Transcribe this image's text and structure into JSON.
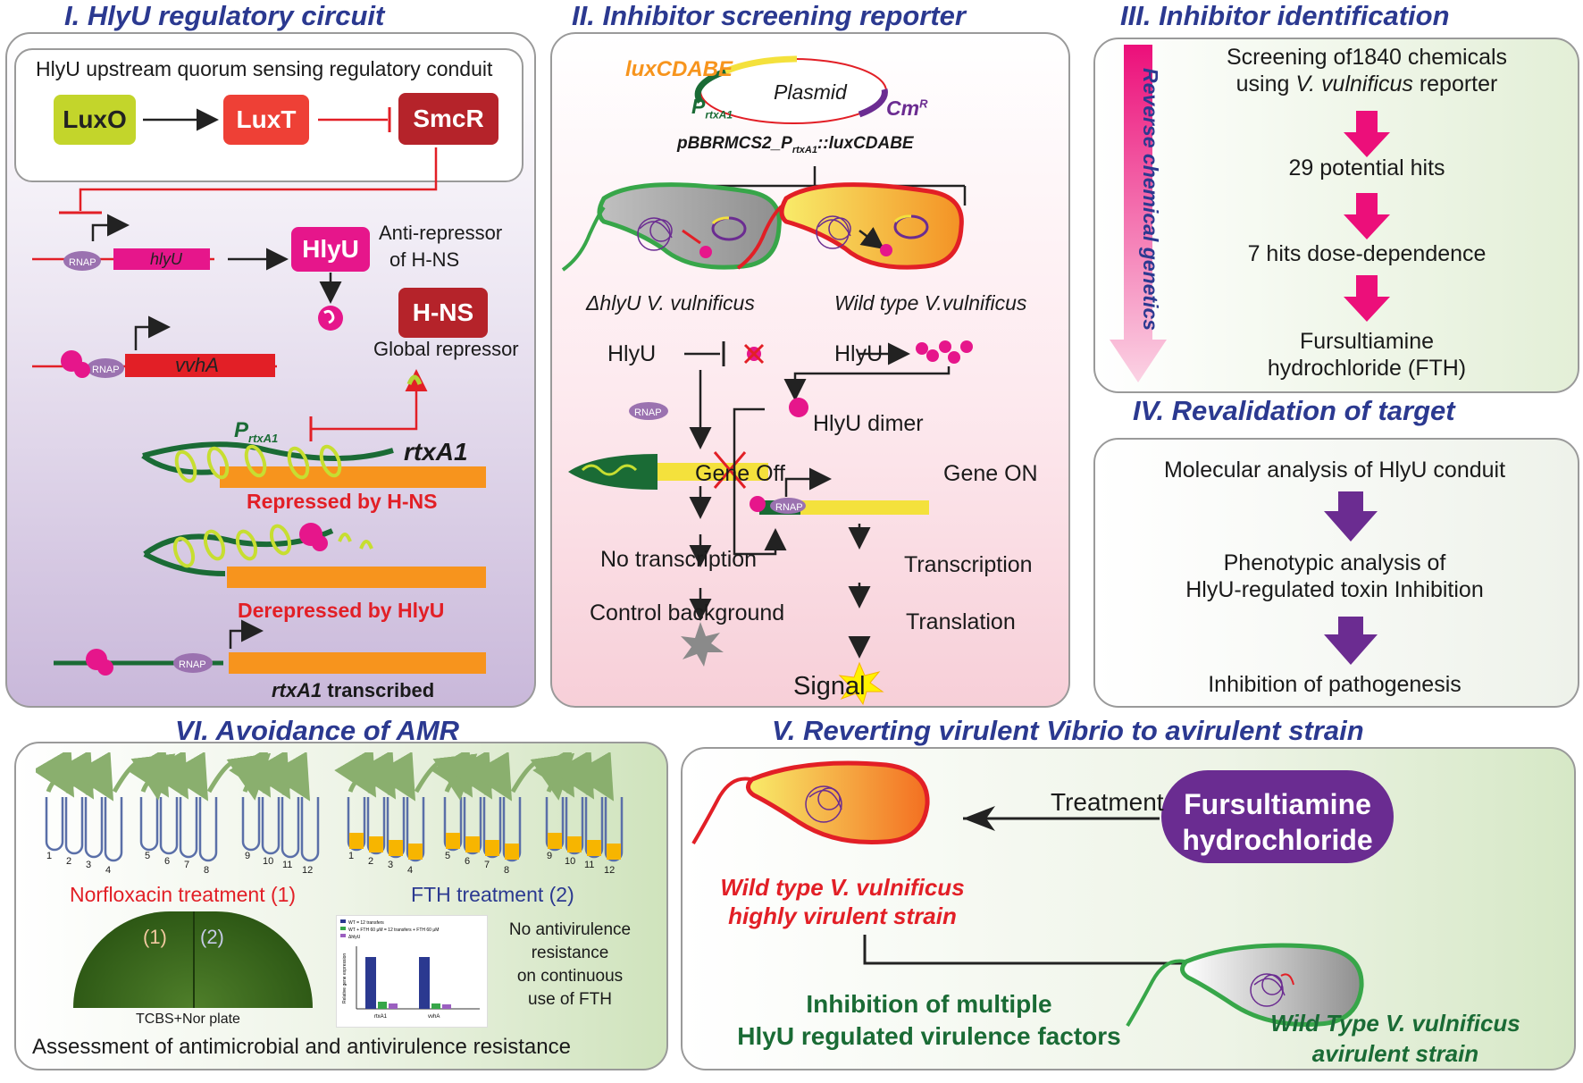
{
  "colors": {
    "title": "#2b3990",
    "hit_arrow": "#ec0f7a",
    "reval_arrow": "#6b2c91",
    "red_text": "#e21f26",
    "green_text": "#1a6b35",
    "fth": "#6a2c91",
    "luxo": "#c3d52b",
    "luxt": "#ee4036",
    "smcr": "#b5232a",
    "hlyu": "#e6168b",
    "hns": "#b5232a"
  },
  "panel1": {
    "title": "I. HlyU regulatory circuit",
    "qs_label": "HlyU upstream quorum sensing regulatory conduit",
    "luxo": "LuxO",
    "luxt": "LuxT",
    "smcr": "SmcR",
    "rnap": "RNAP",
    "hlyu_gene": "hlyU",
    "hlyu_protein": "HlyU",
    "anti_repressor": "Anti-repressor",
    "of_hns": "of H-NS",
    "hns": "H-NS",
    "global_repressor": "Global repressor",
    "vvha": "vvhA",
    "promoter_p": "P",
    "promoter_sub": "rtxA1",
    "rtxa1": "rtxA1",
    "repressed": "Repressed by H-NS",
    "derepressed": "Derepressed by HlyU",
    "transcribed_gene": "rtxA1",
    "transcribed_suffix": " transcribed"
  },
  "panel2": {
    "title": "II. Inhibitor screening reporter",
    "lux": "luxCDABE",
    "plasmid": "Plasmid",
    "cm": "Cm",
    "cm_sup": "R",
    "prom_p": "P",
    "prom_sub": "rtxA1",
    "construct_a": "pBBRMCS2_P",
    "construct_sub": "rtxA1",
    "construct_b": "::luxCDABE",
    "mutant_label": "ΔhlyU V. vulnificus",
    "wt_label": "Wild type V.vulnificus",
    "hlyu_left": "HlyU",
    "hlyu_right": "HlyU",
    "hlyu_dimer": "HlyU dimer",
    "rnap": "RNAP",
    "gene_off": "Gene Off",
    "gene_on": "Gene ON",
    "no_transcription": "No transcription",
    "control_background": "Control background",
    "transcription": "Transcription",
    "translation": "Translation",
    "signal": "Signal"
  },
  "panel3": {
    "title": "III. Inhibitor identification",
    "side_label": "Reverse chemical genetics",
    "step1a": "Screening of1840 chemicals",
    "step1b_pre": "using ",
    "step1b_it": "V. vulnificus",
    "step1b_post": " reporter",
    "step2": "29 potential hits",
    "step3": "7 hits dose-dependence",
    "step4a": "Fursultiamine",
    "step4b": "hydrochloride (FTH)"
  },
  "panel4": {
    "title": "IV. Revalidation of target",
    "step1": "Molecular analysis of HlyU conduit",
    "step2a": "Phenotypic analysis of",
    "step2b": "HlyU-regulated toxin Inhibition",
    "step3": "Inhibition of pathogenesis"
  },
  "panel5": {
    "title": "V. Reverting virulent Vibrio to avirulent strain",
    "treatment": "Treatment",
    "drug_a": "Fursultiamine",
    "drug_b": "hydrochloride",
    "wt_a": "Wild type V. vulnificus",
    "wt_b": "highly virulent strain",
    "inhib_a": "Inhibition of multiple",
    "inhib_b": "HlyU regulated virulence factors",
    "avir_a": "Wild Type V. vulnificus",
    "avir_b": "avirulent strain"
  },
  "panel6": {
    "title": "VI. Avoidance of AMR",
    "tube_numbers": [
      "1",
      "2",
      "3",
      "4",
      "5",
      "6",
      "7",
      "8",
      "9",
      "10",
      "11",
      "12"
    ],
    "nor_label": "Norfloxacin treatment (1)",
    "fth_label": "FTH treatment (2)",
    "plate_l1": "(1)",
    "plate_l2": "(2)",
    "plate_caption": "TCBS+Nor plate",
    "no_av_a": "No antivirulence",
    "no_av_b": "resistance",
    "no_av_c": "on continuous",
    "no_av_d": "use of FTH",
    "assessment": "Assessment of antimicrobial and antivirulence resistance",
    "legend": [
      "WT = 12 transfers",
      "WT + FTH 60 μM = 12 transfers + FTH 60 μM",
      "ΔhlyU"
    ],
    "ylabel": "Relative gene expression",
    "xcats": [
      "rtxA1",
      "vvhA"
    ]
  }
}
